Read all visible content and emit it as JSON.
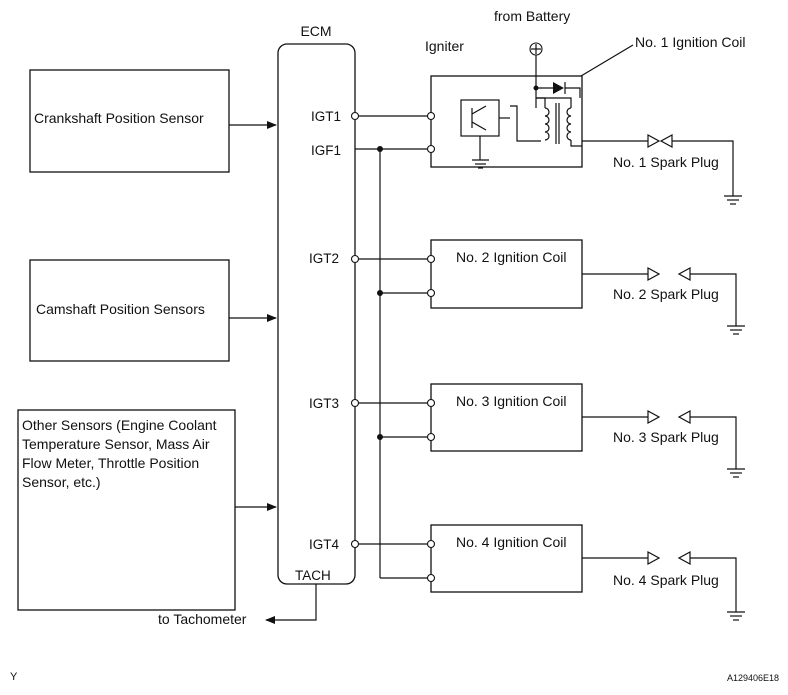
{
  "sensors": {
    "crankshaft": "Crankshaft Position Sensor",
    "camshaft": "Camshaft Position Sensors",
    "other": [
      "Other Sensors (Engine Coolant",
      "Temperature Sensor, Mass Air",
      "Flow Meter, Throttle Position",
      "Sensor, etc.)"
    ]
  },
  "ecm": {
    "title": "ECM",
    "pins": {
      "igt1": "IGT1",
      "igf1": "IGF1",
      "igt2": "IGT2",
      "igt3": "IGT3",
      "igt4": "IGT4",
      "tach": "TACH"
    }
  },
  "top": {
    "battery": "from Battery",
    "igniter": "Igniter",
    "coil1": "No. 1 Ignition Coil"
  },
  "coils": {
    "coil2": "No. 2 Ignition Coil",
    "coil3": "No. 3 Ignition Coil",
    "coil4": "No. 4 Ignition Coil"
  },
  "plugs": {
    "plug1": "No. 1 Spark Plug",
    "plug2": "No. 2 Spark Plug",
    "plug3": "No. 3 Spark Plug",
    "plug4": "No. 4 Spark Plug"
  },
  "tachometer": "to Tachometer",
  "corner_left": "Y",
  "figure_id": "A129406E18"
}
